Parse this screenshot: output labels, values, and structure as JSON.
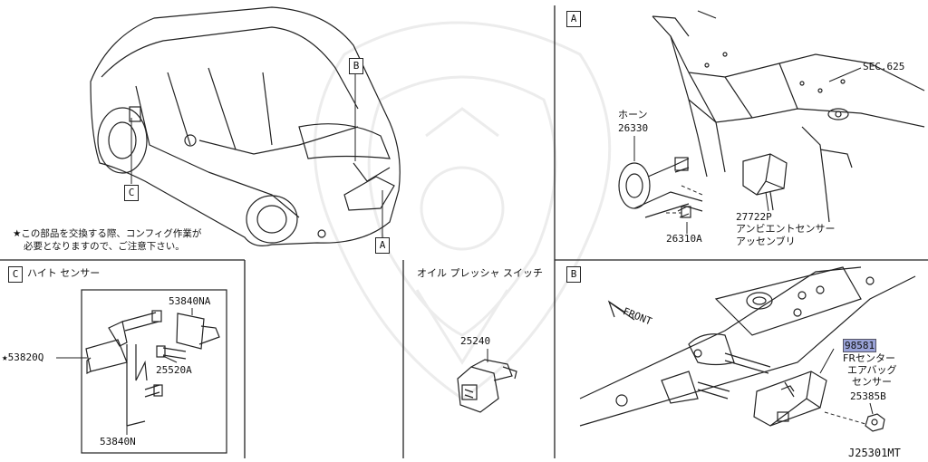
{
  "diagram_id": "J25301MT",
  "callouts": {
    "A": "A",
    "B": "B",
    "C": "C"
  },
  "note": {
    "line1": "★この部品を交換する際、コンフィグ作業が",
    "line2": "必要となりますので、ご注意下さい。"
  },
  "panel_A": {
    "sec_ref": "SEC.625",
    "horn_label": "ホーン",
    "horn_part": "26330",
    "bolt_part": "26310A",
    "ambient_part": "27722P",
    "ambient_name1": "アンビエントセンサー",
    "ambient_name2": "アッセンブリ"
  },
  "panel_C": {
    "title": "ハイト センサー",
    "part_main": "★53820Q",
    "part_na": "53840NA",
    "part_bolt": "25520A",
    "part_n": "53840N"
  },
  "panel_oil": {
    "title": "オイル プレッシャ スイッチ",
    "part": "25240"
  },
  "panel_B": {
    "front_label": "FRONT",
    "sensor_part": "98581",
    "sensor_name1": "FRセンター",
    "sensor_name2": "エアバッグ",
    "sensor_name3": "センサー",
    "nut_part": "25385B"
  }
}
